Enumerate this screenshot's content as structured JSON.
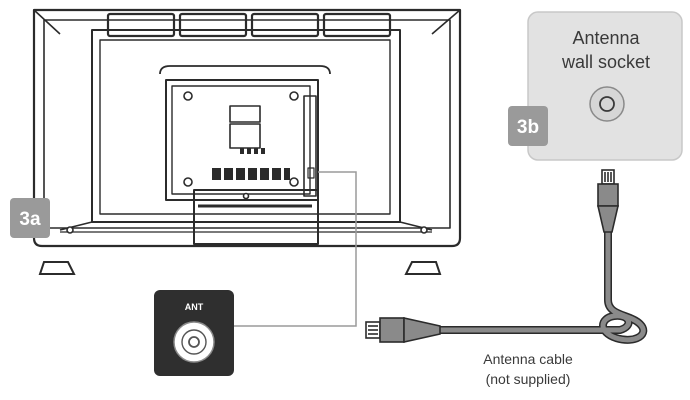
{
  "wall_socket": {
    "title_line1": "Antenna",
    "title_line2": "wall socket"
  },
  "badges": {
    "tv_step": "3a",
    "socket_step": "3b"
  },
  "ant_port": {
    "label": "ANT"
  },
  "cable": {
    "label_line1": "Antenna cable",
    "label_line2": "(not supplied)"
  },
  "colors": {
    "outline": "#2b2b2b",
    "badge_bg": "#9a9a9a",
    "badge_text": "#ffffff",
    "socket_panel": "#e2e2e2",
    "cable": "#8a8a8a",
    "ant_box": "#2f2f2f",
    "leader_line": "#9a9a9a"
  },
  "icons": [
    "tv-back-panel",
    "antenna-wall-socket-icon",
    "coax-port-icon",
    "coax-cable-plug-icon"
  ]
}
